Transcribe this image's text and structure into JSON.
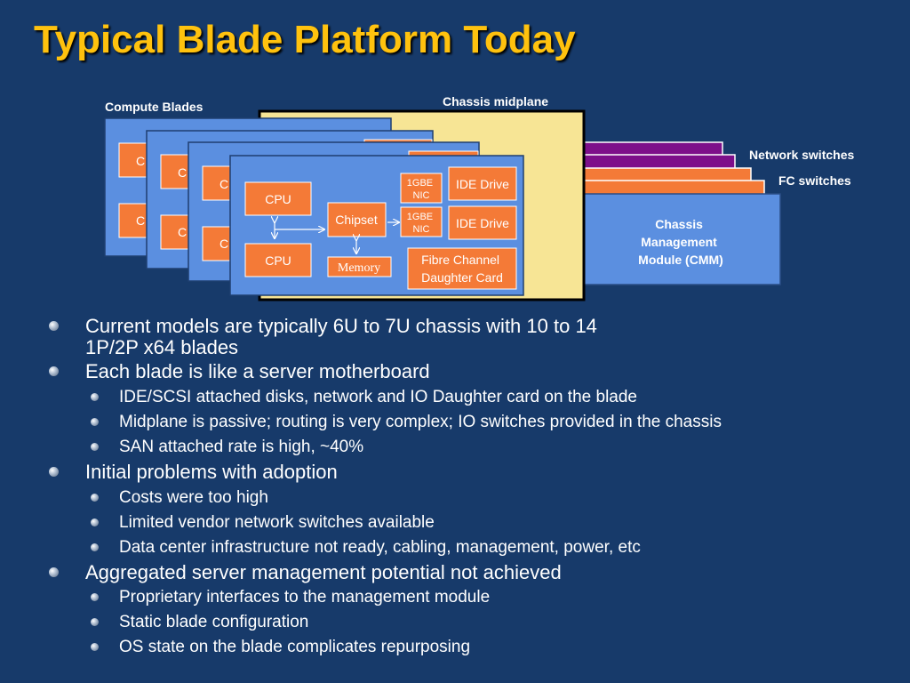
{
  "slide": {
    "title": "Typical Blade Platform Today"
  },
  "diagram": {
    "labels": {
      "compute_blades": "Compute Blades",
      "chassis_midplane": "Chassis midplane",
      "network_switches": "Network switches",
      "fc_switches": "FC switches",
      "cmm_line1": "Chassis",
      "cmm_line2": "Management",
      "cmm_line3": "Module (CMM)"
    },
    "blade": {
      "cpu_top": "CPU",
      "cpu_bottom": "CPU",
      "chipset": "Chipset",
      "memory": "Memory",
      "nic1_line1": "1GBE",
      "nic1_line2": "NIC",
      "nic2_line1": "1GBE",
      "nic2_line2": "NIC",
      "ide_drive_1": "IDE Drive",
      "ide_drive_2": "IDE Drive",
      "fc_line1": "Fibre Channel",
      "fc_line2": "Daughter Card"
    },
    "colors": {
      "background": "#173a6a",
      "title": "#ffc20e",
      "blade_fill": "#5b8fe0",
      "component_fill": "#f47a37",
      "midplane_fill": "#f7e595",
      "network_switch_fill": "#7d0f8a",
      "fc_switch_fill": "#f47a37",
      "cmm_fill": "#5b8fe0"
    }
  },
  "bullets": [
    {
      "level": 1,
      "lines": [
        "Current models are typically 6U to 7U chassis with 10 to 14",
        "1P/2P x64 blades"
      ]
    },
    {
      "level": 1,
      "lines": [
        "Each blade is like a server motherboard"
      ]
    },
    {
      "level": 2,
      "lines": [
        "IDE/SCSI attached disks, network and IO Daughter card on the blade"
      ]
    },
    {
      "level": 2,
      "lines": [
        "Midplane is passive; routing is very complex; IO switches provided in the chassis"
      ]
    },
    {
      "level": 2,
      "lines": [
        "SAN attached rate is high, ~40%"
      ]
    },
    {
      "level": 1,
      "lines": [
        "Initial problems with adoption"
      ]
    },
    {
      "level": 2,
      "lines": [
        "Costs were too high"
      ]
    },
    {
      "level": 2,
      "lines": [
        "Limited vendor network switches available"
      ]
    },
    {
      "level": 2,
      "lines": [
        "Data center infrastructure not ready, cabling, management, power, etc"
      ]
    },
    {
      "level": 1,
      "lines": [
        "Aggregated server management potential not achieved"
      ]
    },
    {
      "level": 2,
      "lines": [
        "Proprietary interfaces to the management module"
      ]
    },
    {
      "level": 2,
      "lines": [
        "Static blade configuration"
      ]
    },
    {
      "level": 2,
      "lines": [
        "OS state on the blade complicates repurposing"
      ]
    }
  ]
}
